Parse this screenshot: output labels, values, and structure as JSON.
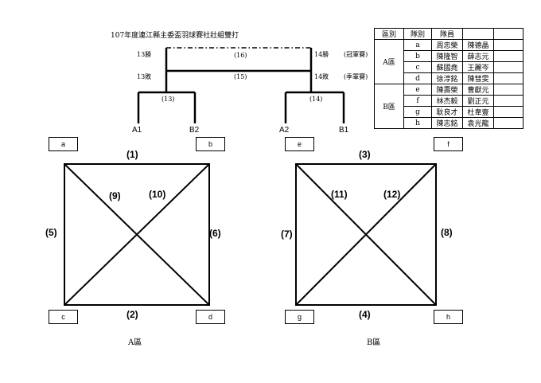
{
  "title": "107年度連江縣主委盃羽球賽社壯組雙打",
  "bracket": {
    "left_win": "13勝",
    "left_lose": "13敗",
    "right_win": "14勝",
    "right_lose": "14敗",
    "champion": "(冠軍賽)",
    "third": "(季軍賽)",
    "m16": "(16)",
    "m15": "(15)",
    "m13": "(13)",
    "m14": "(14)",
    "a1": "A1",
    "b2": "B2",
    "a2": "A2",
    "b1": "B1"
  },
  "roster": {
    "headers": [
      "區別",
      "隊別",
      "隊員",
      ""
    ],
    "zones": [
      "A區",
      "B區"
    ],
    "rows": [
      {
        "team": "a",
        "p1": "周忠榮",
        "p2": "陳德晶"
      },
      {
        "team": "b",
        "p1": "陳隆智",
        "p2": "薛志元"
      },
      {
        "team": "c",
        "p1": "蘇國堯",
        "p2": "王麗岑"
      },
      {
        "team": "d",
        "p1": "徐淳銘",
        "p2": "陳彗雯"
      },
      {
        "team": "e",
        "p1": "陳壽榮",
        "p2": "曹獻元"
      },
      {
        "team": "f",
        "p1": "林杰毅",
        "p2": "劉正元"
      },
      {
        "team": "g",
        "p1": "耿良才",
        "p2": "杜韋壹"
      },
      {
        "team": "h",
        "p1": "陳志銘",
        "p2": "袁光龍"
      }
    ]
  },
  "groupA": {
    "teams": [
      "a",
      "b",
      "c",
      "d"
    ],
    "matches": [
      "(1)",
      "(2)",
      "(5)",
      "(6)",
      "(9)",
      "(10)"
    ],
    "label": "A區"
  },
  "groupB": {
    "teams": [
      "e",
      "f",
      "g",
      "h"
    ],
    "matches": [
      "(3)",
      "(4)",
      "(7)",
      "(8)",
      "(11)",
      "(12)"
    ],
    "label": "B區"
  }
}
